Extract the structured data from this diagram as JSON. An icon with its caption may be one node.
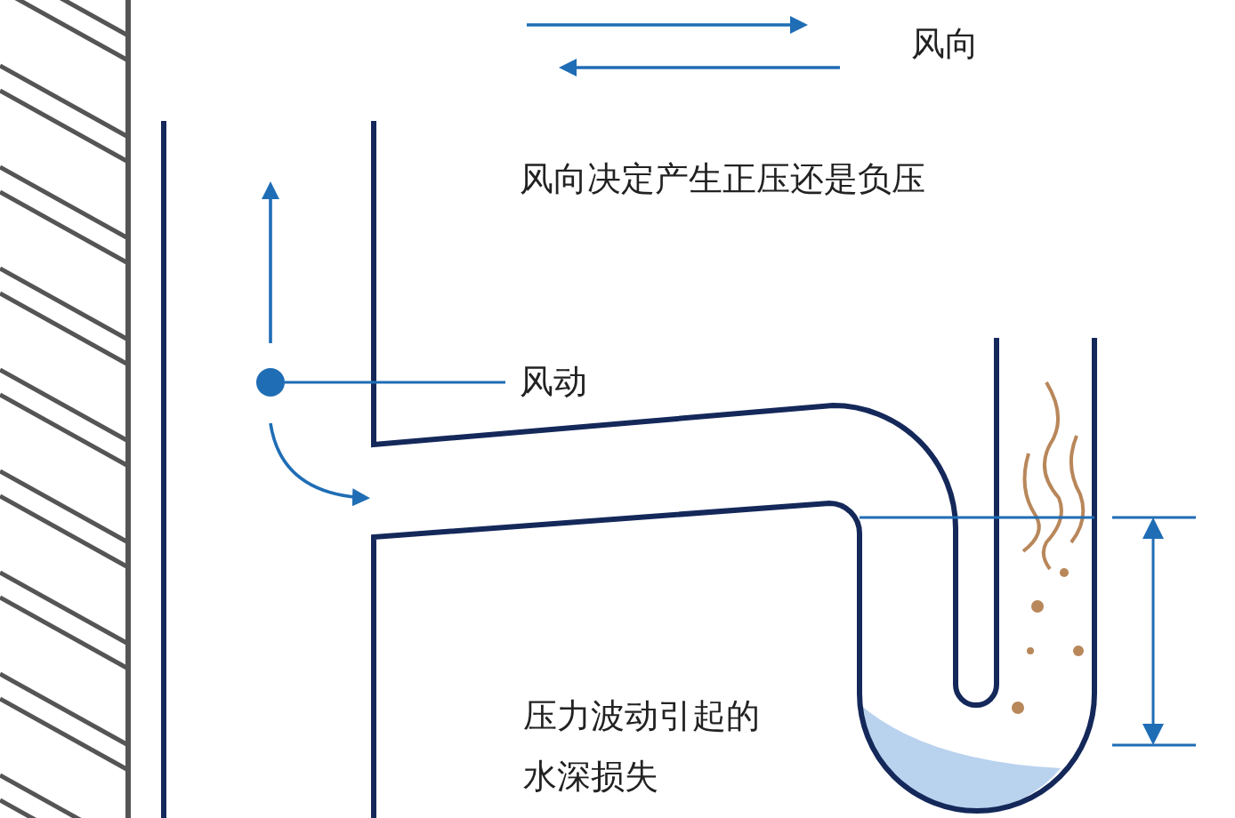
{
  "diagram": {
    "nodes": [
      {
        "text": [
          "风动"
        ]
      },
      {
        "text": [],
        "shape": "circle"
      }
    ],
    "edges": [
      {
        "from": 0,
        "to": 1,
        "arrow": "none"
      }
    ],
    "labels": [
      "风向",
      "风向决定产生正压还是负压",
      "压力波动引起的水深损失"
    ]
  }
}
